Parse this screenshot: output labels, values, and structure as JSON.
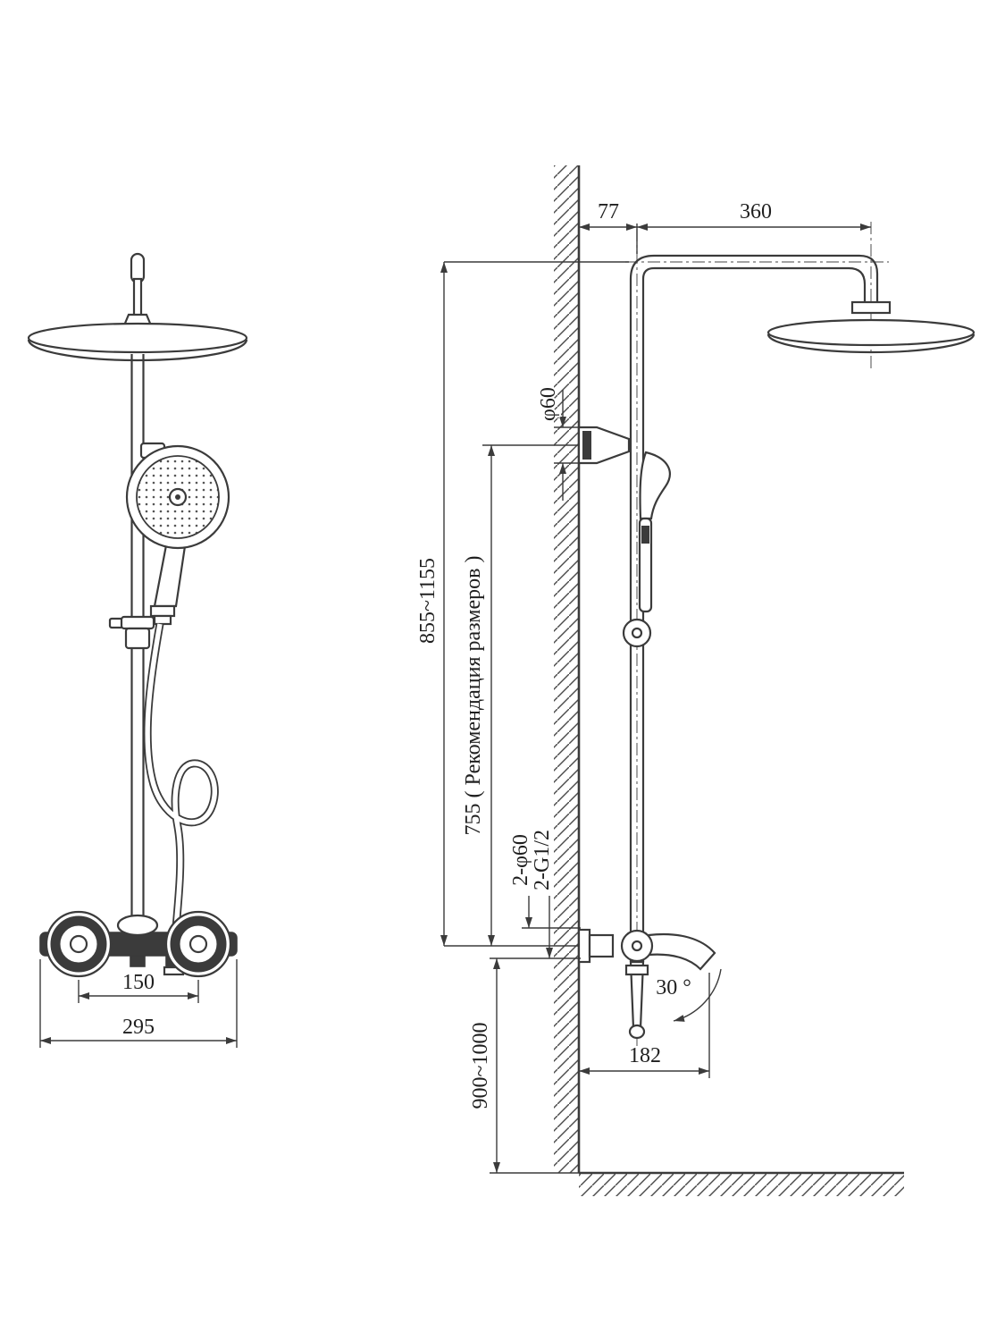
{
  "page": {
    "background": "#ffffff",
    "ink": "#3b3b3b"
  },
  "front_view": {
    "dim_handle_spacing": "150",
    "dim_overall_width": "295"
  },
  "side_view": {
    "dim_wall_to_column": "77",
    "dim_arm_reach": "360",
    "dim_bracket_diameter": "φ60",
    "dim_height_range": "855~1155",
    "dim_recommended_height": "755 ( Рекомендация размеров )",
    "dim_inlet_diameter": "2-φ60",
    "dim_inlet_thread": "2-G1/2",
    "dim_spout_angle": "30 °",
    "dim_spout_reach": "182",
    "dim_mixer_height": "900~1000"
  }
}
